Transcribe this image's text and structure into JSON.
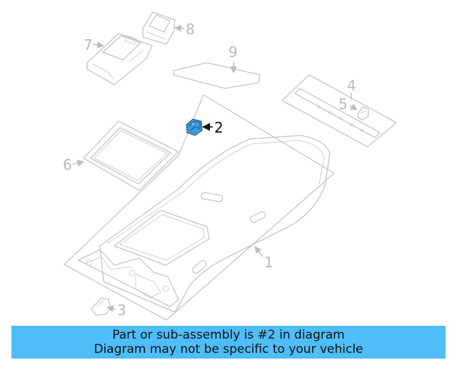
{
  "callouts": {
    "c1": "1",
    "c2": "2",
    "c3": "3",
    "c4": "4",
    "c5": "5",
    "c6": "6",
    "c7": "7",
    "c8": "8",
    "c9": "9"
  },
  "highlighted_part": "2",
  "highlight_color": "#3a9be0",
  "banner": {
    "line1": "Part or sub-assembly is #2 in diagram",
    "line2": "Diagram may not be specific to your vehicle",
    "background": "#4fbdf7"
  }
}
